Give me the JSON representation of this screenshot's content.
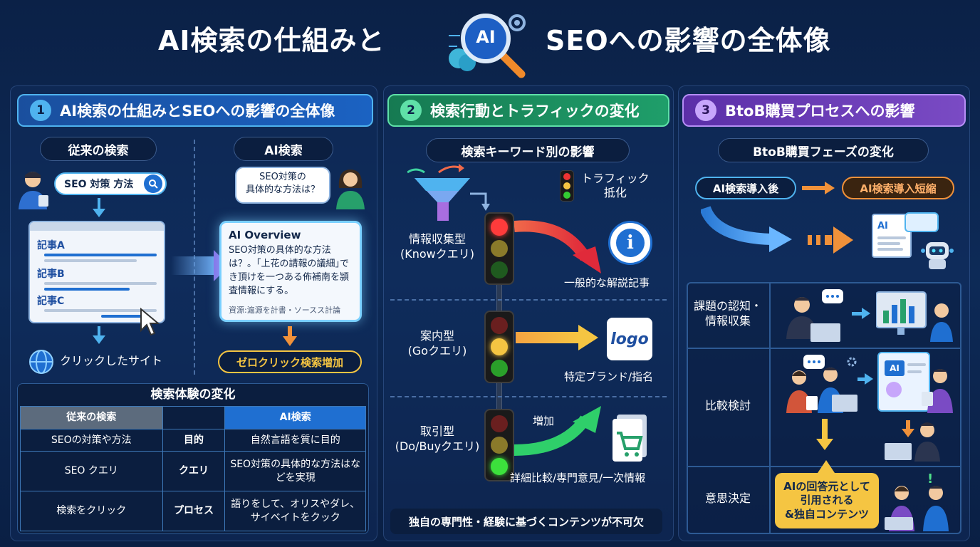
{
  "title_left": "AI検索の仕組みと",
  "title_right": "SEOへの影響の全体像",
  "title_badge": "AI",
  "colors": {
    "blue": "#1f6fd1",
    "green": "#1f9e6a",
    "purple": "#7a4bc4",
    "orange": "#f0913a",
    "yellow": "#f5c542"
  },
  "section1": {
    "num": "1",
    "title": "AI検索の仕組みとSEOへの影響の全体像",
    "traditional_label": "従来の検索",
    "ai_label": "AI検索",
    "search_query": "SEO 対策 方法",
    "articles": [
      "記事A",
      "記事B",
      "記事C"
    ],
    "clicked_site": "クリックしたサイト",
    "bubble_text": "SEO対策の\n具体的な方法は？",
    "overview_title": "AI Overview",
    "overview_body": "SEO対策の具体的な方法は？。｢上花の請報の議細｣でき頂けを一つある佈補南を頴査情報にする。",
    "overview_source": "資源:滬源を計書・ソースス計論",
    "zero_click": "ゼロクリック検索増加",
    "table_title": "検索体験の変化",
    "table_head": [
      "従来の検索",
      "",
      "AI検索"
    ],
    "table_rows": [
      [
        "SEOの対策や方法",
        "目的",
        "自然言語を質に目的"
      ],
      [
        "SEO クエリ",
        "クエリ",
        "SEO対策の具体的な方法はなどを実現"
      ],
      [
        "検索をクリック",
        "プロセス",
        "語りをして、オリスやダレ、サイベイトをクック"
      ]
    ]
  },
  "section2": {
    "num": "2",
    "title": "検索行動とトラフィックの変化",
    "sub": "検索キーワード別の影響",
    "legend": "トラフィック\n抵化",
    "rows": [
      {
        "type": "情報収集型\n(Knowクエリ)",
        "result": "一般的な解説記事",
        "icon": "info-icon"
      },
      {
        "type": "案内型\n(Goクエリ)",
        "result": "特定ブランド/指名",
        "icon": "logo-icon",
        "logo_text": "logo"
      },
      {
        "type": "取引型\n(Do/Buyクエリ)",
        "result": "詳細比較/専門意見/一次情報",
        "arrow_label": "増加",
        "icon": "cart-icon"
      }
    ],
    "footer": "独自の専門性・経験に基づくコンテンツが不可欠"
  },
  "section3": {
    "num": "3",
    "title": "BtoB購買プロセスへの影響",
    "sub": "BtoB購買フェーズの変化",
    "tag_before": "AI検索導入後",
    "tag_after": "AI検索導入短縮",
    "doc_badge": "AI",
    "phases": [
      "課題の認知・\n情報収集",
      "比較検討",
      "意思決定"
    ],
    "final_callout": "AIの回答元として\n引用される\n&独自コンテンツ"
  }
}
